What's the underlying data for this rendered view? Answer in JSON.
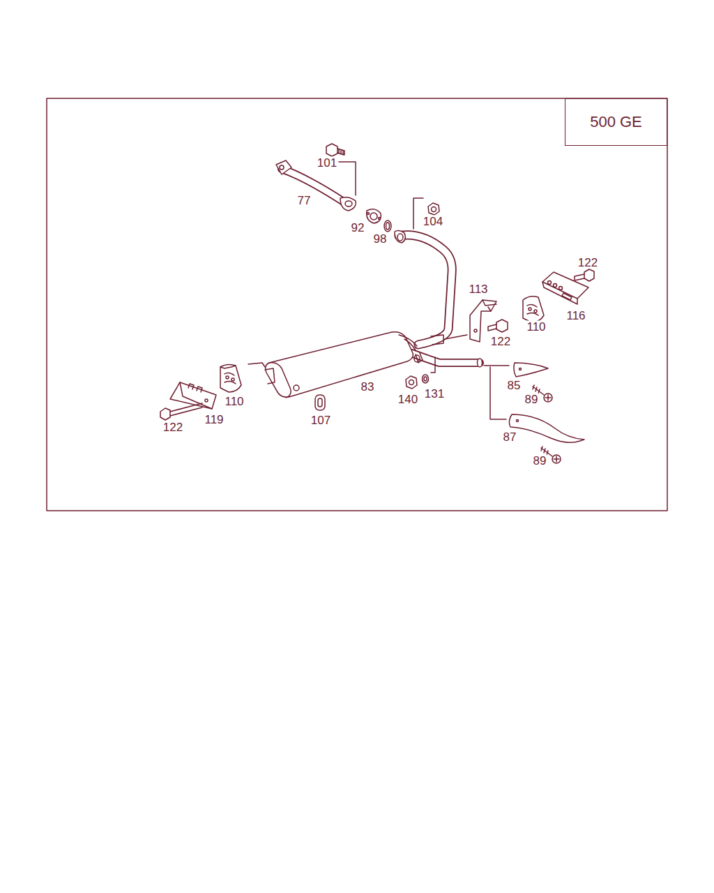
{
  "diagram": {
    "nodes": [
      {
        "text": [
          "500 GE"
        ]
      }
    ],
    "labels": [
      "101",
      "77",
      "92",
      "98",
      "104",
      "122",
      "113",
      "110",
      "116",
      "122",
      "110",
      "83",
      "140",
      "131",
      "85",
      "89",
      "107",
      "119",
      "122",
      "87",
      "89"
    ]
  }
}
